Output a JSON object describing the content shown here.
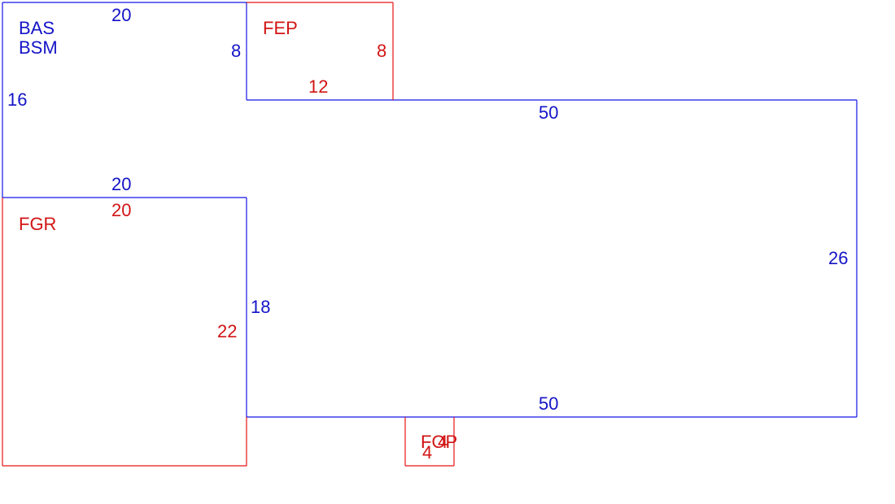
{
  "colors": {
    "main": "#1414c8",
    "addition": "#d21414"
  },
  "areas": {
    "main": {
      "code_1": "BAS",
      "code_2": "BSM"
    },
    "fep": {
      "code": "FEP"
    },
    "fgr": {
      "code": "FGR"
    },
    "fop": {
      "code": "FOP"
    }
  },
  "dimensions": {
    "main_top_left": "20",
    "main_left": "16",
    "main_notch_right": "8",
    "main_notch_bottom": "20",
    "main_top_right": "50",
    "main_right": "26",
    "main_bottom": "50",
    "main_inner_left": "18",
    "fep_right": "8",
    "fep_bottom": "12",
    "fgr_top": "20",
    "fgr_right": "22",
    "fop_width": "4",
    "fop_depth": "4"
  }
}
